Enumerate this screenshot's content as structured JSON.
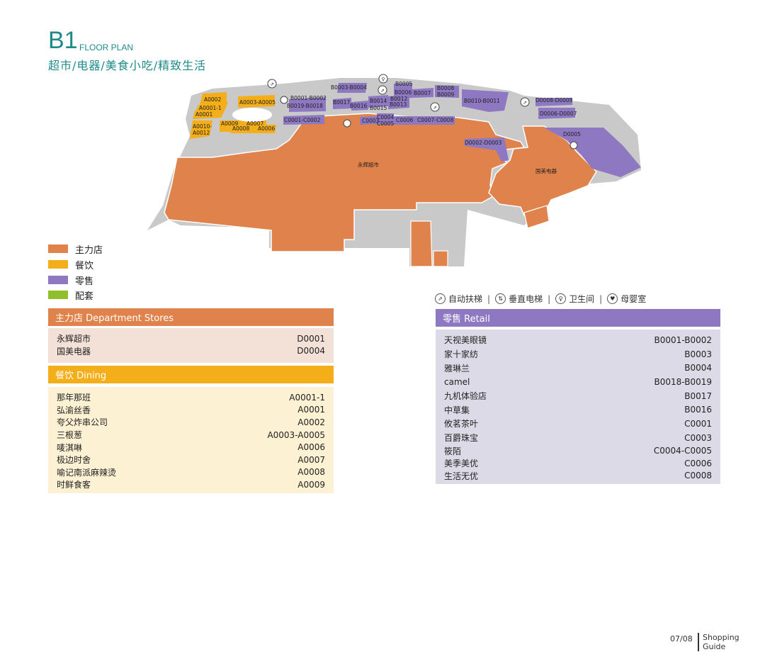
{
  "header": {
    "level": "B1",
    "label": "FLOOR PLAN",
    "subtitle": "超市/电器/美食小吃/精致生活"
  },
  "colors": {
    "anchor": "#e0824b",
    "dining": "#f4ae1a",
    "retail": "#8e78c2",
    "support": "#8fbf2a",
    "corridor": "#c9c9c9",
    "title": "#1f8a8a"
  },
  "legend": [
    {
      "label": "主力店",
      "color": "#e0824b"
    },
    {
      "label": "餐饮",
      "color": "#f4ae1a"
    },
    {
      "label": "零售",
      "color": "#8e78c2"
    },
    {
      "label": "配套",
      "color": "#8fbf2a"
    }
  ],
  "facilities": [
    {
      "icon": "escalator-icon",
      "glyph": "⇗",
      "label": "自动扶梯"
    },
    {
      "icon": "elevator-icon",
      "glyph": "⇅",
      "label": "垂直电梯"
    },
    {
      "icon": "restroom-icon",
      "glyph": "♀",
      "label": "卫生间"
    },
    {
      "icon": "nursing-room-icon",
      "glyph": "♥",
      "label": "母婴室"
    }
  ],
  "map": {
    "anchor_labels": {
      "supermarket": "永辉超市",
      "electronics": "国美电器"
    },
    "units": {
      "a0002": "A0002",
      "a0001_1": "A0001-1",
      "a0001": "A0001",
      "a0003": "A0003-A0005",
      "a0010": "A0010-",
      "a0012": "A0012",
      "a0009": "A0009",
      "a0007": "A0007",
      "a0008": "A0008",
      "a0006": "A0006",
      "b0001": "B0001-B0002",
      "b0019": "B0019-B0018",
      "b0003": "B0003-B0004",
      "b0017": "B0017",
      "b0016": "B0016",
      "b0014": "B0014",
      "b0015": "B0015",
      "b0005": "B0005",
      "b0006": "B0006",
      "b0012": "B0012",
      "b0013": "B0013",
      "b0007": "B0007",
      "b0008": "B0008",
      "b0009": "B0009",
      "b0010": "B0010-B0011",
      "c0001": "C0001-C0002",
      "c0003": "C0003",
      "c0004": "C0004",
      "c0005": "C0005",
      "c0006": "C0006",
      "c0007": "C0007-C0008",
      "d0008": "D0008-D0009",
      "d0006": "D0006-D0007",
      "d0005": "D0005",
      "d0002": "D0002-D0003"
    }
  },
  "panels": {
    "department": {
      "title": "主力店 Department Stores",
      "rows": [
        {
          "name": "永辉超市",
          "code": "D0001"
        },
        {
          "name": "国美电器",
          "code": "D0004"
        }
      ]
    },
    "dining": {
      "title": "餐饮 Dining",
      "rows": [
        {
          "name": "那年那班",
          "code": "A0001-1"
        },
        {
          "name": "弘渝丝香",
          "code": "A0001"
        },
        {
          "name": "夸父炸串公司",
          "code": "A0002"
        },
        {
          "name": "三根葱",
          "code": "A0003-A0005"
        },
        {
          "name": "唛淇啉",
          "code": "A0006"
        },
        {
          "name": "极边时舍",
          "code": "A0007"
        },
        {
          "name": "喻记南派麻辣烫",
          "code": "A0008"
        },
        {
          "name": "时鲜食客",
          "code": "A0009"
        }
      ]
    },
    "retail": {
      "title": "零售 Retail",
      "rows": [
        {
          "name": "天视美眼镜",
          "code": "B0001-B0002"
        },
        {
          "name": "家十家纺",
          "code": "B0003"
        },
        {
          "name": "雅琳兰",
          "code": "B0004"
        },
        {
          "name": "camel",
          "code": "B0018-B0019"
        },
        {
          "name": "九机体验店",
          "code": "B0017"
        },
        {
          "name": "中草集",
          "code": "B0016"
        },
        {
          "name": "攸茗茶叶",
          "code": "C0001"
        },
        {
          "name": "百爵珠宝",
          "code": "C0003"
        },
        {
          "name": "筱陌",
          "code": "C0004-C0005"
        },
        {
          "name": "美季美优",
          "code": "C0006"
        },
        {
          "name": "生活无优",
          "code": "C0008"
        }
      ]
    }
  },
  "footer": {
    "page": "07/08",
    "line1": "Shopping",
    "line2": "Guide"
  }
}
